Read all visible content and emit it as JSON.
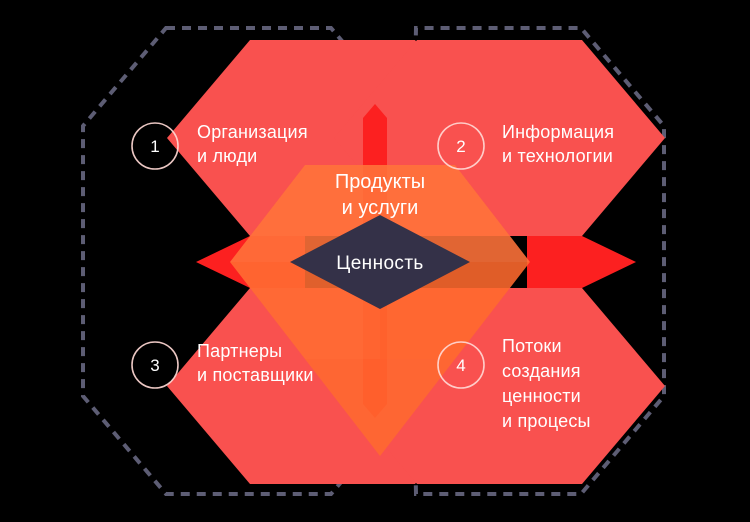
{
  "diagram": {
    "title": "Value system hexagon diagram",
    "background_color": "#000000",
    "hex_fill": "#F9514F",
    "hex_overlap_fill": "#FC2020",
    "center_hex_fill": "#FA6B32",
    "center_hex_fill_light": "#FB7E42",
    "core_fill": "#343148",
    "dashed_stroke": "#5D5D74",
    "text_color": "#FFFFFF"
  },
  "quadrants": [
    {
      "number": "1",
      "lines": [
        "Организация",
        "и люди"
      ],
      "position": "top-left"
    },
    {
      "number": "2",
      "lines": [
        "Информация",
        "и технологии"
      ],
      "position": "top-right"
    },
    {
      "number": "3",
      "lines": [
        "Партнеры",
        "и поставщики"
      ],
      "position": "bottom-left"
    },
    {
      "number": "4",
      "lines": [
        "Потоки",
        "создания",
        "ценности",
        "и процесы"
      ],
      "position": "bottom-right"
    }
  ],
  "center": {
    "overlay_lines": [
      "Продукты",
      "и услуги"
    ],
    "core_label": "Ценность"
  }
}
